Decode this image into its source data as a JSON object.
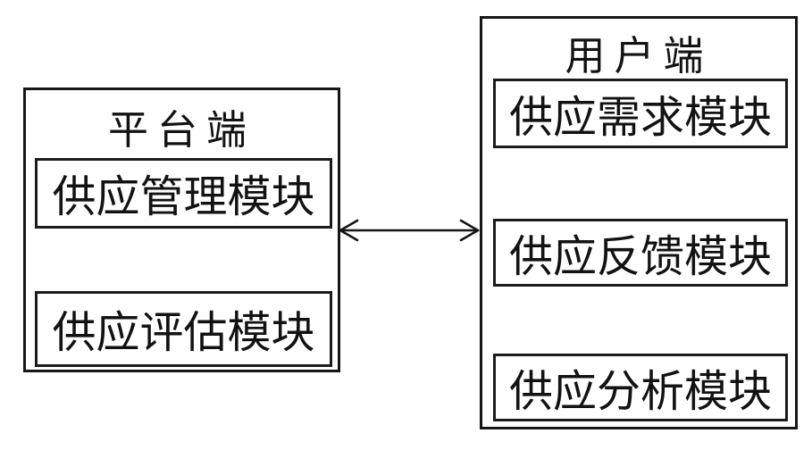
{
  "diagram": {
    "left_panel": {
      "title": "平台端",
      "modules": [
        {
          "label": "供应管理模块"
        },
        {
          "label": "供应评估模块"
        }
      ]
    },
    "right_panel": {
      "title": "用户端",
      "modules": [
        {
          "label": "供应需求模块"
        },
        {
          "label": "供应反馈模块"
        },
        {
          "label": "供应分析模块"
        }
      ]
    },
    "connector": {
      "type": "double-headed-arrow",
      "direction": "horizontal"
    },
    "colors": {
      "line": "#161616",
      "background": "#ffffff",
      "text": "#121212"
    }
  }
}
